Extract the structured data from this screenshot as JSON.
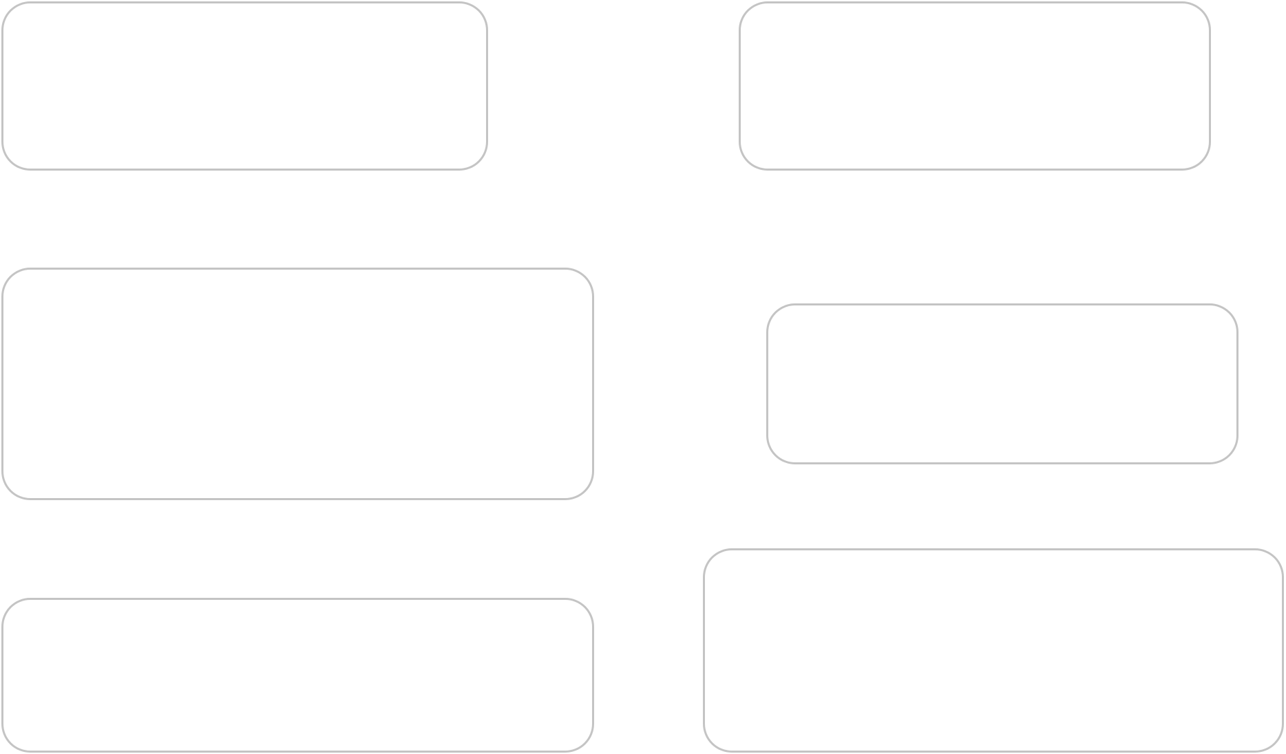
{
  "diagram": {
    "background": "#ffffff",
    "node_border_color": "#c4c4c4",
    "text_color": "#ffffff",
    "nodes": [
      {
        "id": "top-left",
        "label": ""
      },
      {
        "id": "top-right",
        "label": ""
      },
      {
        "id": "mid-left",
        "label": ""
      },
      {
        "id": "mid-right",
        "label": ""
      },
      {
        "id": "bottom-left",
        "label": ""
      },
      {
        "id": "bottom-right",
        "label": ""
      }
    ],
    "edges": [
      {
        "from": "top-left",
        "to": "top-right"
      },
      {
        "from": "top-right",
        "to": "mid-right"
      },
      {
        "from": "mid-left",
        "to": "mid-right"
      }
    ]
  }
}
